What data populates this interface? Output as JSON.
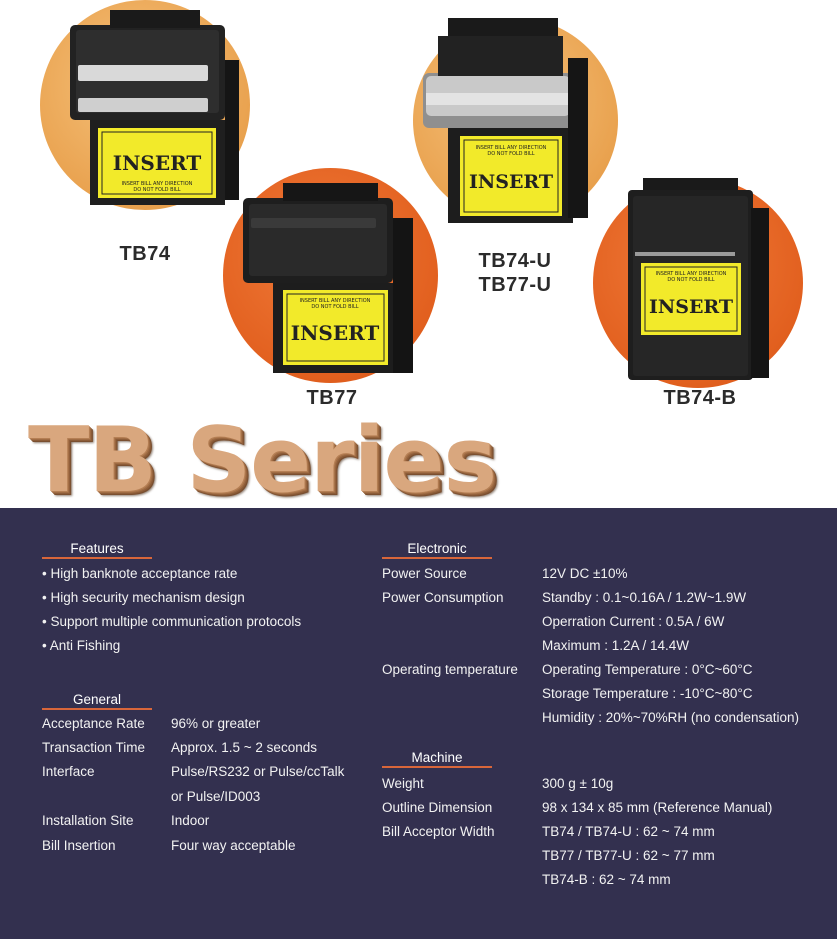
{
  "products": [
    {
      "label": "TB74"
    },
    {
      "label": "TB77"
    },
    {
      "label": "TB74-U",
      "label2": "TB77-U"
    },
    {
      "label": "TB74-B"
    }
  ],
  "device_text": {
    "insert": "INSERT",
    "tiny1": "INSERT BILL ANY DIRECTION",
    "tiny2": "DO NOT FOLD BILL"
  },
  "title": "TB Series",
  "features": {
    "heading": "Features",
    "items": [
      "• High banknote acceptance rate",
      "• High security mechanism design",
      "• Support multiple communication protocols",
      "• Anti Fishing"
    ]
  },
  "general": {
    "heading": "General",
    "rows": [
      {
        "label": "Acceptance Rate",
        "value": "96% or greater"
      },
      {
        "label": "Transaction Time",
        "value": "Approx. 1.5 ~ 2 seconds"
      },
      {
        "label": "Interface",
        "value": "Pulse/RS232 or Pulse/ccTalk",
        "value2": "or Pulse/ID003"
      },
      {
        "label": "Installation Site",
        "value": "Indoor"
      },
      {
        "label": "Bill Insertion",
        "value": "Four way acceptable"
      }
    ]
  },
  "electronic": {
    "heading": "Electronic",
    "rows": [
      {
        "label": "Power Source",
        "value": "12V DC ±10%"
      },
      {
        "label": "Power Consumption",
        "value": "Standby : 0.1~0.16A  / 1.2W~1.9W"
      },
      {
        "label": "",
        "value": "Operration Current : 0.5A / 6W"
      },
      {
        "label": "",
        "value": "Maximum : 1.2A / 14.4W"
      },
      {
        "label": "Operating temperature",
        "value": "Operating Temperature : 0°C~60°C"
      },
      {
        "label": "",
        "value": "Storage Temperature : -10°C~80°C"
      },
      {
        "label": "",
        "value": "Humidity : 20%~70%RH (no condensation)"
      }
    ]
  },
  "machine": {
    "heading": "Machine",
    "rows": [
      {
        "label": "Weight",
        "value": "300 g ± 10g"
      },
      {
        "label": "Outline Dimension",
        "value": "98 x 134 x 85 mm (Reference Manual)"
      },
      {
        "label": "Bill Acceptor Width",
        "value": "TB74 / TB74-U : 62 ~ 74 mm"
      },
      {
        "label": "",
        "value": "TB77 / TB77-U : 62 ~ 77 mm"
      },
      {
        "label": "",
        "value": "TB74-B : 62 ~ 74 mm"
      }
    ]
  },
  "colors": {
    "panel": "#33304f",
    "accent_underline": "#d9663a",
    "title": "#d9a77e",
    "disc_tan": "#e9a24f",
    "disc_orange": "#e2601f"
  }
}
